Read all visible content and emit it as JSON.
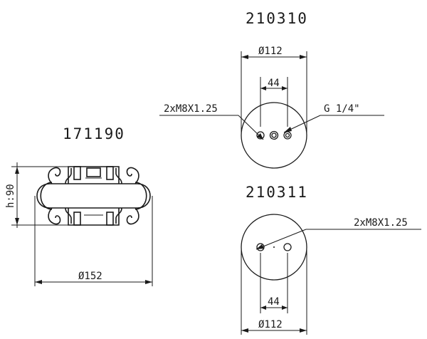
{
  "views": {
    "side": {
      "code": "171190",
      "height_label": "h:90",
      "diameter_label": "Ø152"
    },
    "top_plate": {
      "code": "210310",
      "diameter_label": "Ø112",
      "spacing_label": "44",
      "bolt_label": "2xM8X1.25",
      "port_label": "G 1/4\""
    },
    "bottom_plate": {
      "code": "210311",
      "diameter_label": "Ø112",
      "spacing_label": "44",
      "bolt_label": "2xM8X1.25"
    }
  }
}
